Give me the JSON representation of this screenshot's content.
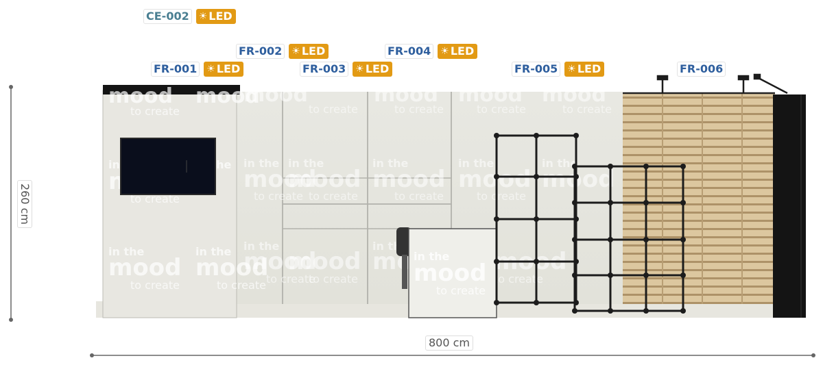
{
  "labels": {
    "ce002": {
      "code": "CE-002",
      "led": "LED"
    },
    "fr001": {
      "code": "FR-001",
      "led": "LED"
    },
    "fr002": {
      "code": "FR-002",
      "led": "LED"
    },
    "fr003": {
      "code": "FR-003",
      "led": "LED"
    },
    "fr004": {
      "code": "FR-004",
      "led": "LED"
    },
    "fr005": {
      "code": "FR-005",
      "led": "LED"
    },
    "fr006": {
      "code": "FR-006"
    }
  },
  "dimensions": {
    "height": "260 cm",
    "width": "800 cm"
  },
  "wall_text": {
    "line1": "in the",
    "line2": "mood",
    "line3": "to create"
  },
  "icons": {
    "led": "sun-icon"
  },
  "colors": {
    "led_badge": "#e29a14",
    "code_teal": "#4a7f92",
    "code_blue": "#2f5f9e",
    "wood": "#dcc79f",
    "frame": "#1c1c1c"
  }
}
